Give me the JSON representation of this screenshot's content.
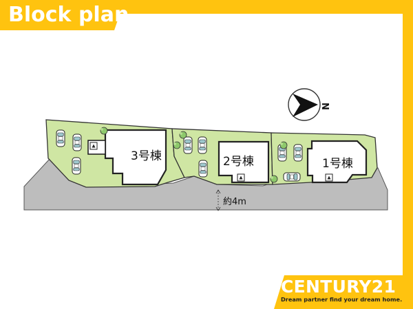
{
  "header": {
    "title": "Block plan"
  },
  "compass": {
    "label": "N"
  },
  "buildings": [
    {
      "id": "3",
      "label": "3号棟"
    },
    {
      "id": "2",
      "label": "2号棟"
    },
    {
      "id": "1",
      "label": "1号棟"
    }
  ],
  "road": {
    "width_label": "約4m"
  },
  "brand": {
    "name": "CENTURY21",
    "tagline": "Dream partner find your dream home."
  },
  "colors": {
    "frame": "#FFC30F",
    "lot": "#CFE6A3",
    "road": "#BDBDBD",
    "car": "#9FC9CF"
  }
}
